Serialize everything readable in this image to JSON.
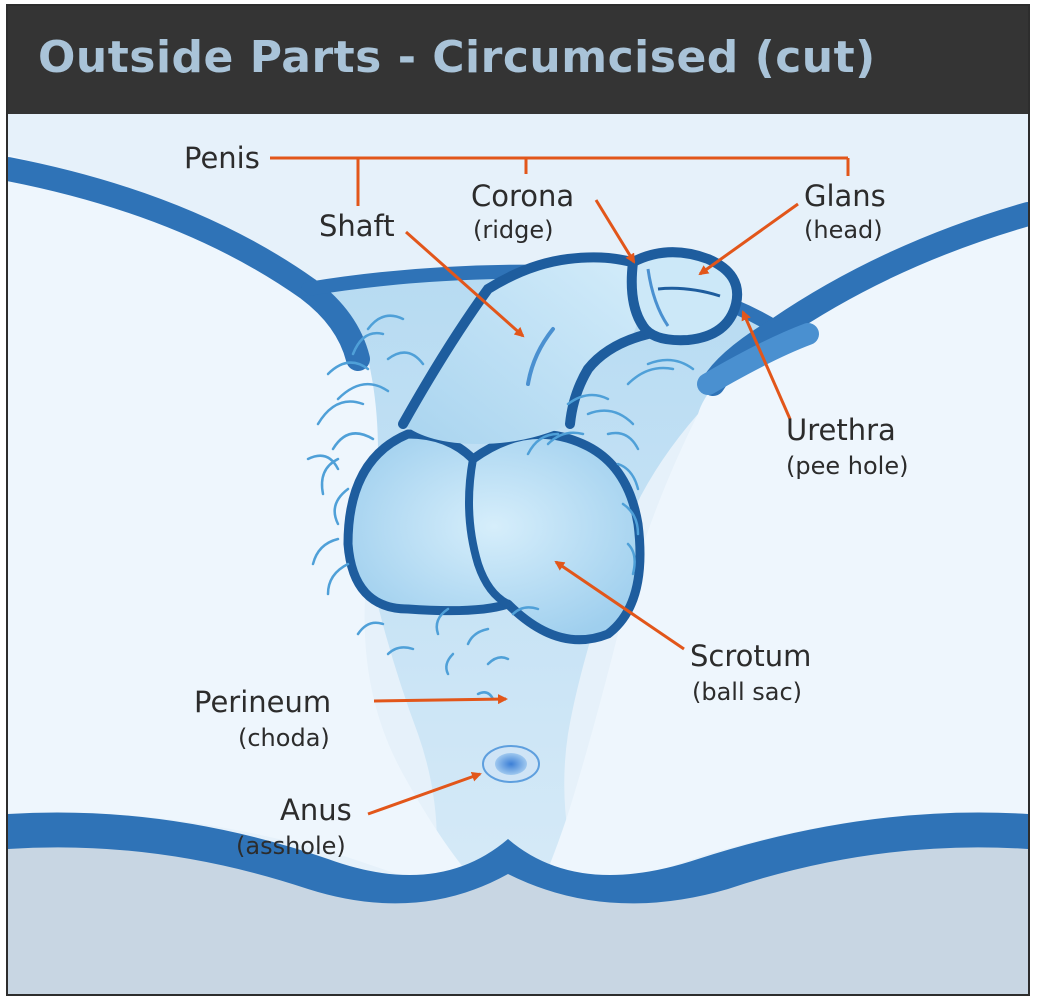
{
  "title": "Outside Parts - Circumcised (cut)",
  "colors": {
    "title_bg": "#343434",
    "title_text": "#a9c3d8",
    "outline": "#1e5d9e",
    "body_fill": "#eaf4fc",
    "organ_fill": "#bfe0f4",
    "hair": "#4fa0d8",
    "arrow": "#e2561a"
  },
  "labels": {
    "penis": {
      "name": "Penis"
    },
    "shaft": {
      "name": "Shaft"
    },
    "corona": {
      "name": "Corona",
      "sub": "(ridge)"
    },
    "glans": {
      "name": "Glans",
      "sub": "(head)"
    },
    "urethra": {
      "name": "Urethra",
      "sub": "(pee hole)"
    },
    "scrotum": {
      "name": "Scrotum",
      "sub": "(ball sac)"
    },
    "perineum": {
      "name": "Perineum",
      "sub": "(choda)"
    },
    "anus": {
      "name": "Anus",
      "sub": "(asshole)"
    }
  }
}
